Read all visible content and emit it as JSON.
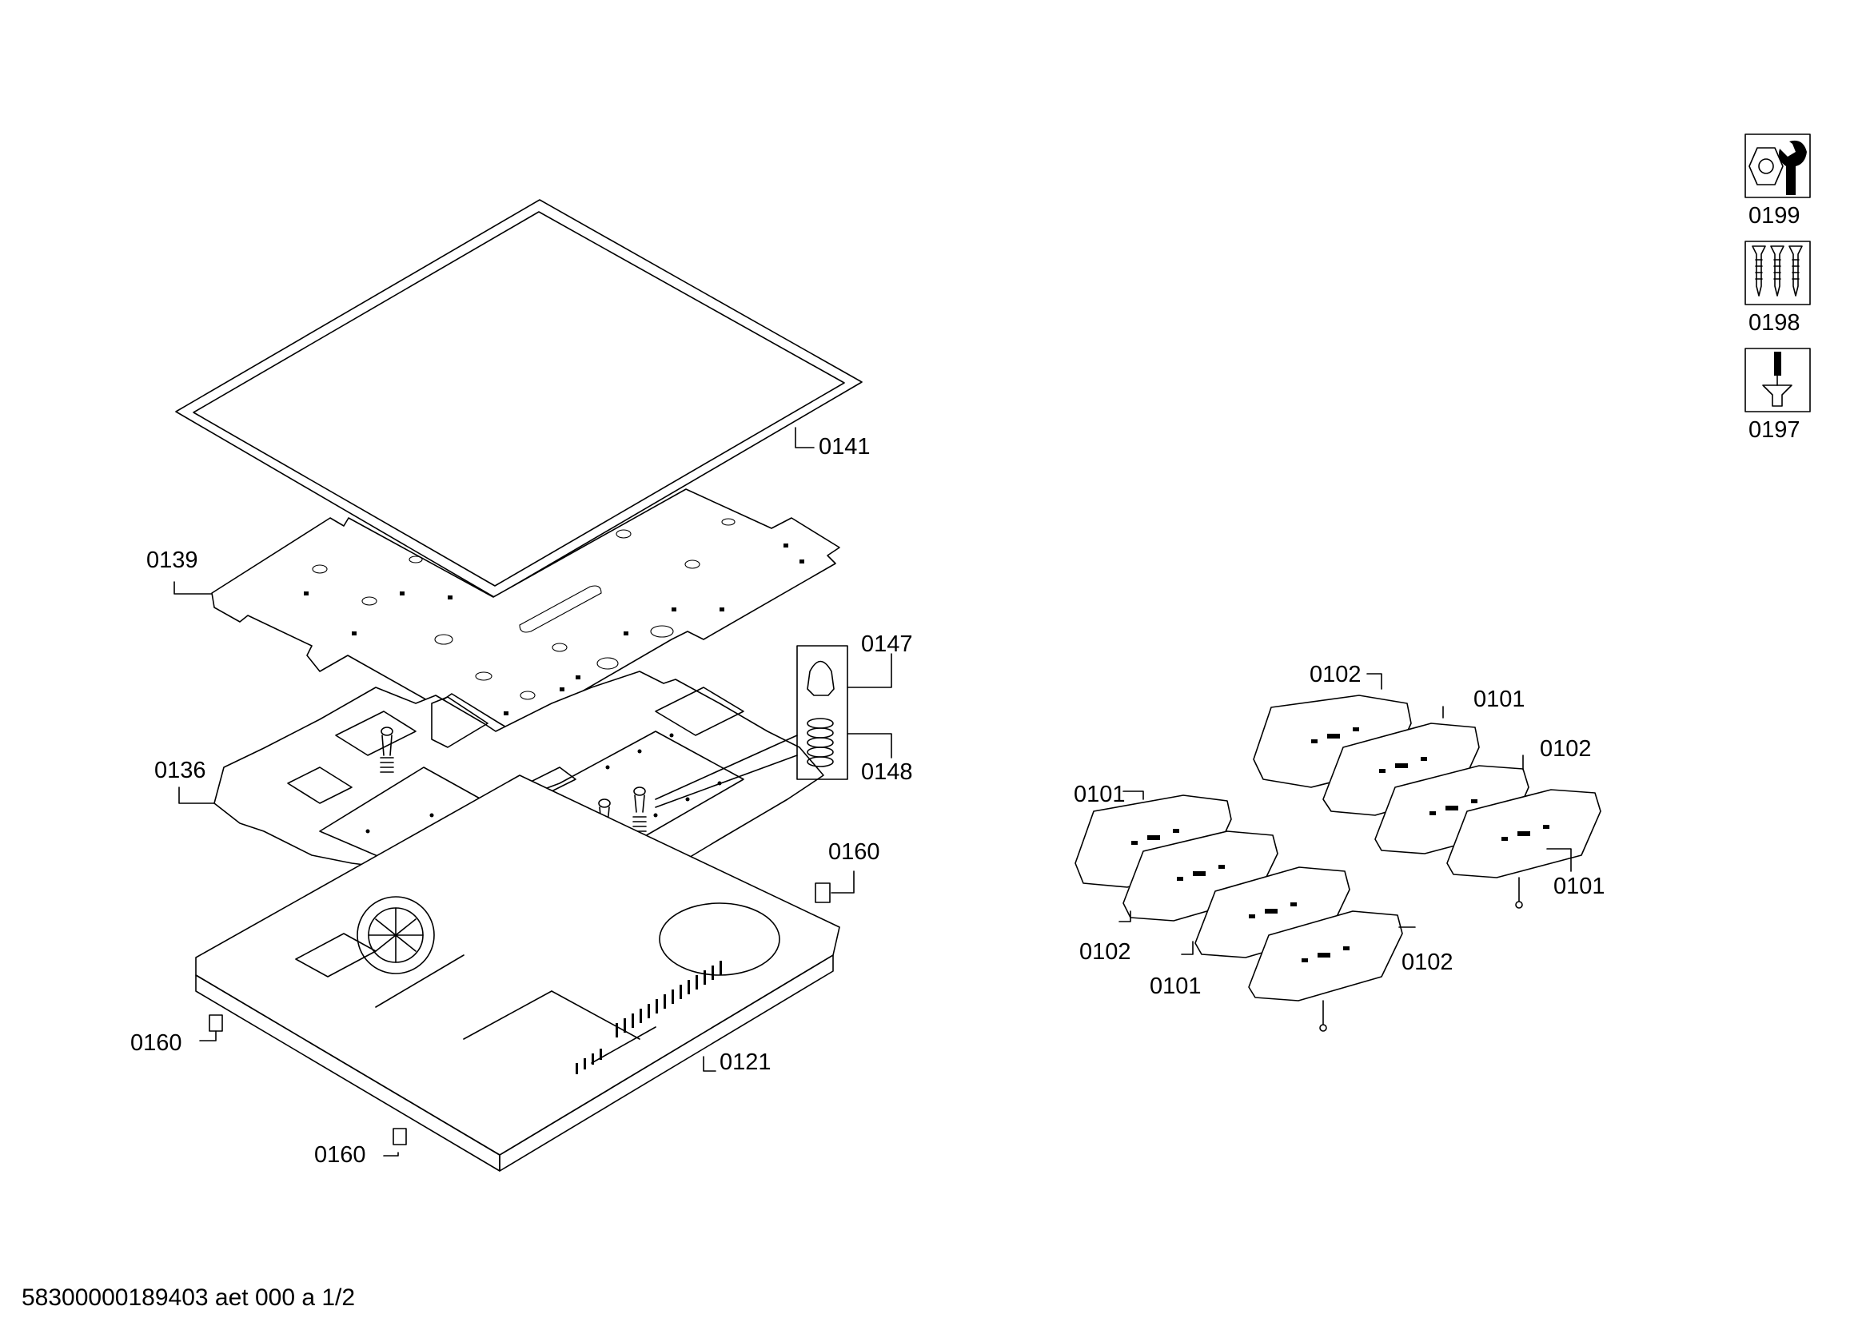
{
  "labels": {
    "p0141": "0141",
    "p0139": "0139",
    "p0147": "0147",
    "p0148": "0148",
    "p0136": "0136",
    "p0160_a": "0160",
    "p0160_b": "0160",
    "p0160_c": "0160",
    "p0121": "0121",
    "p0102_a": "0102",
    "p0101_a": "0101",
    "p0102_b": "0102",
    "p0101_b": "0101",
    "p0102_c": "0102",
    "p0101_c": "0101",
    "p0102_d": "0102",
    "p0101_d": "0101"
  },
  "legend": {
    "item_0199": "0199",
    "item_0198": "0198",
    "item_0197": "0197",
    "icon_0199": "nut-and-wrench-icon",
    "icon_0198": "screws-icon",
    "icon_0197": "screwdriver-screw-icon"
  },
  "footer": "58300000189403 aet 000 a 1/2"
}
